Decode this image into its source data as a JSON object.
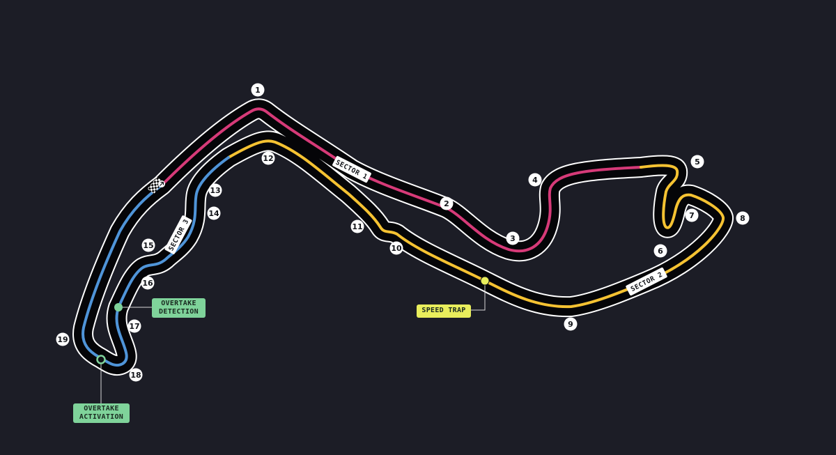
{
  "colors": {
    "background": "#1c1d26",
    "track_outline": "#ffffff",
    "track_surface": "#050508",
    "sector_1": "#d63a78",
    "sector_2": "#f5c232",
    "sector_3": "#4f94d8",
    "overtake": "#7fd39a",
    "speed_trap": "#e9ee5c"
  },
  "sectors": [
    {
      "id": "s1",
      "label": "SECTOR 1"
    },
    {
      "id": "s2",
      "label": "SECTOR 2"
    },
    {
      "id": "s3",
      "label": "SECTOR 3"
    }
  ],
  "turns": [
    "1",
    "2",
    "3",
    "4",
    "5",
    "6",
    "7",
    "8",
    "9",
    "10",
    "11",
    "12",
    "13",
    "14",
    "15",
    "16",
    "17",
    "18",
    "19"
  ],
  "callouts": {
    "speed_trap": "SPEED TRAP",
    "overtake_detection": [
      "OVERTAKE",
      "DETECTION"
    ],
    "overtake_activation": [
      "OVERTAKE",
      "ACTIVATION"
    ]
  },
  "icons": {
    "start_finish": "chequered-flag-icon"
  }
}
